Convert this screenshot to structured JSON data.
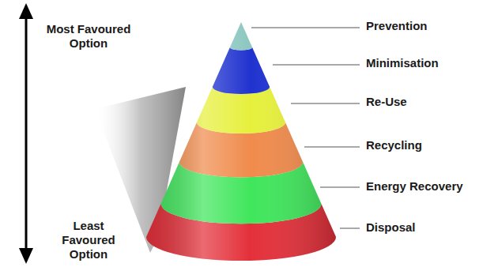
{
  "diagram": {
    "labels": [
      "Most Favoured Option",
      "Least Favoured Option",
      "Prevention",
      "Minimisation",
      "Re-Use",
      "Recycling",
      "Energy Recovery",
      "Disposal"
    ]
  }
}
